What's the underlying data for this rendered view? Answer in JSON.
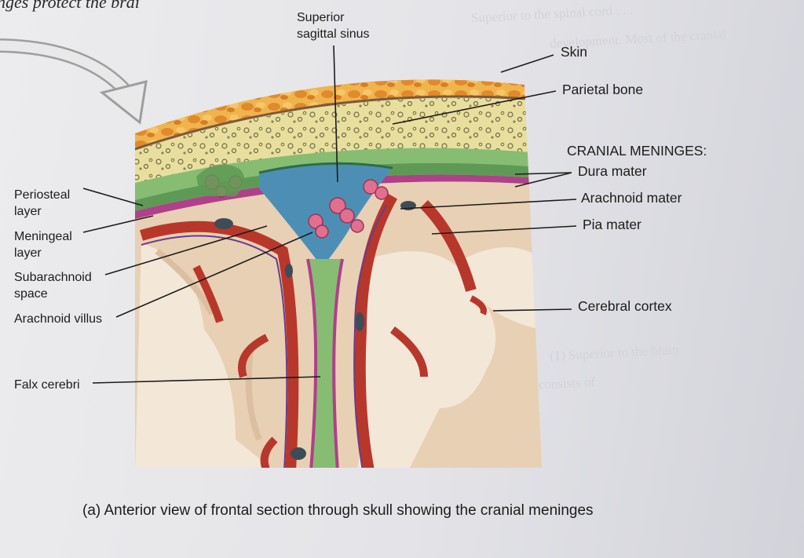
{
  "page": {
    "header_fragment": "nges protect the brai"
  },
  "labels": {
    "superior_sagittal_sinus": [
      "Superior",
      "sagittal sinus"
    ],
    "skin": "Skin",
    "parietal_bone": "Parietal bone",
    "cranial_meninges": "CRANIAL MENINGES:",
    "dura_mater": "Dura mater",
    "arachnoid_mater": "Arachnoid mater",
    "pia_mater": "Pia mater",
    "cerebral_cortex": "Cerebral cortex",
    "periosteal_layer": [
      "Periosteal",
      "layer"
    ],
    "meningeal_layer": [
      "Meningeal",
      "layer"
    ],
    "subarachnoid_space": [
      "Subarachnoid",
      "space"
    ],
    "arachnoid_villus": "Arachnoid villus",
    "falx_cerebri": "Falx cerebri"
  },
  "caption": "(a) Anterior view of frontal section through skull showing the cranial meninges",
  "colors": {
    "skin": "#c5784a",
    "fat": "#e8a23c",
    "bone": "#e6dca0",
    "dura": "#7ab36a",
    "sinus": "#4d8fb4",
    "arachnoid": "#b0408a",
    "vessel": "#b8372b",
    "cortex": "#e8d0b4",
    "white_matter": "#f3e7d8"
  }
}
